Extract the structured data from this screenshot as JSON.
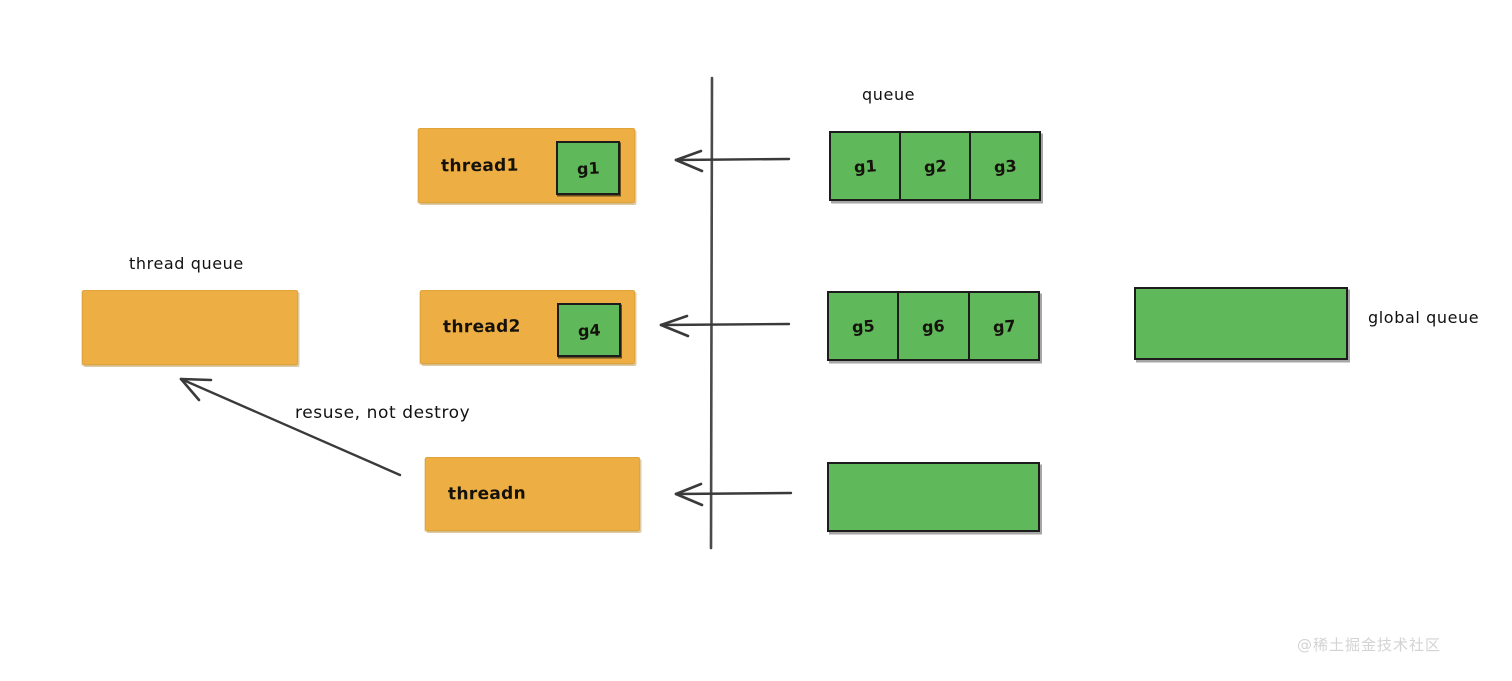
{
  "diagram": {
    "title": "Goroutine scheduler thread / queue diagram",
    "colors": {
      "thread_fill": "#EDAE43",
      "queue_fill": "#5FB85A",
      "stroke": "#1c1c1c",
      "arrow": "#3a3a3a",
      "watermark": "#d3d3d3"
    },
    "labels": {
      "thread_queue": "thread queue",
      "queue": "queue",
      "global_queue": "global queue",
      "reuse_note": "resuse, not destroy"
    },
    "threads": [
      {
        "name": "thread1",
        "goroutine": "g1",
        "has_goroutine": true
      },
      {
        "name": "thread2",
        "goroutine": "g4",
        "has_goroutine": true
      },
      {
        "name": "threadn",
        "goroutine": "",
        "has_goroutine": false
      }
    ],
    "queues": [
      {
        "cells": [
          "g1",
          "g2",
          "g3"
        ]
      },
      {
        "cells": [
          "g5",
          "g6",
          "g7"
        ]
      },
      {
        "cells": []
      }
    ],
    "global_queue": {
      "cells": []
    },
    "watermark": "@稀土掘金技术社区"
  }
}
